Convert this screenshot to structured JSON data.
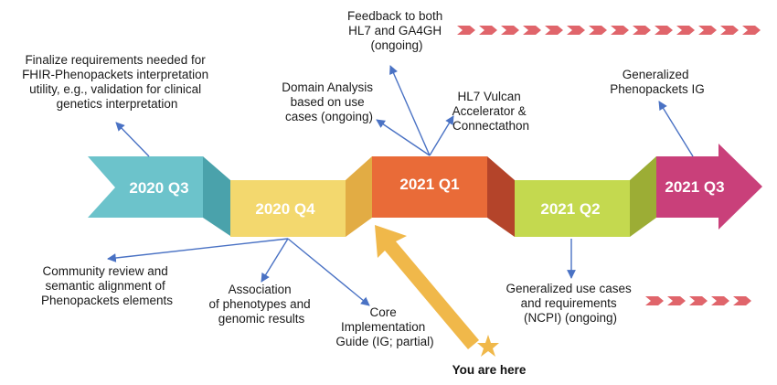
{
  "stages": [
    {
      "label": "2020 Q3",
      "color": "#6cc3cb"
    },
    {
      "label": "2020 Q4",
      "color": "#f3d86e"
    },
    {
      "label": "2021 Q1",
      "color": "#e96b38"
    },
    {
      "label": "2021 Q2",
      "color": "#c4d94f"
    },
    {
      "label": "2021 Q3",
      "color": "#c9407a"
    }
  ],
  "annotations": {
    "finalize_requirements": [
      "Finalize requirements needed for",
      "FHIR-Phenopackets interpretation",
      "utility, e.g., validation for clinical",
      "genetics interpretation"
    ],
    "feedback": [
      "Feedback to both",
      "HL7 and GA4GH",
      "(ongoing)"
    ],
    "domain_analysis": [
      "Domain Analysis",
      "based on use",
      "cases (ongoing)"
    ],
    "hl7_vulcan": [
      "HL7 Vulcan",
      "Accelerator &",
      "Connectathon"
    ],
    "generalized_ig": [
      "Generalized",
      "Phenopackets IG"
    ],
    "community_review": [
      "Community review and",
      "semantic alignment of",
      "Phenopackets elements"
    ],
    "association": [
      "Association",
      "of",
      "phenotypes and",
      "genomic results"
    ],
    "core_ig": [
      "Core",
      "Implementation",
      "Guide (IG; partial)"
    ],
    "generalized_use_cases": [
      "Generalized use cases",
      "and requirements",
      "(NCPI) (ongoing)"
    ]
  },
  "marker": {
    "label": "You are here",
    "color": "#f0b84a"
  },
  "colors": {
    "ongoing_dash": "#e0656b",
    "connector": "#4a72c4"
  }
}
